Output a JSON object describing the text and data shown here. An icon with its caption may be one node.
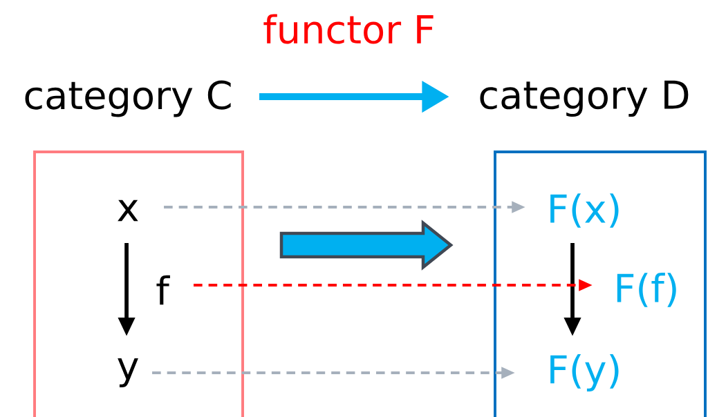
{
  "diagram": {
    "title": "functor F",
    "nodes": [
      {
        "text": [
          "category C"
        ]
      },
      {
        "text": [
          "category D"
        ]
      },
      {
        "text": [
          "x"
        ],
        "in": 0
      },
      {
        "text": [
          "f"
        ],
        "in": 0
      },
      {
        "text": [
          "y"
        ],
        "in": 0
      },
      {
        "text": [
          "F(x)"
        ],
        "in": 1
      },
      {
        "text": [
          "F(f)"
        ],
        "in": 1
      },
      {
        "text": [
          "F(y)"
        ],
        "in": 1
      }
    ],
    "edges": [
      {
        "from": 0,
        "to": 1,
        "arrow": "to",
        "style": "thick",
        "color": "#00b0f0"
      },
      {
        "from": 0,
        "to": 1,
        "arrow": "to",
        "style": "thick",
        "color": "#00b0f0"
      },
      {
        "from": 2,
        "to": 4,
        "arrow": "to"
      },
      {
        "from": 5,
        "to": 7,
        "arrow": "to"
      },
      {
        "from": 2,
        "to": 5,
        "arrow": "to",
        "style": "dashed",
        "color": "#a6b0bc"
      },
      {
        "from": 3,
        "to": 6,
        "arrow": "to",
        "style": "dashed",
        "color": "#ff0000"
      },
      {
        "from": 4,
        "to": 7,
        "arrow": "to",
        "style": "dashed",
        "color": "#a6b0bc"
      }
    ]
  }
}
